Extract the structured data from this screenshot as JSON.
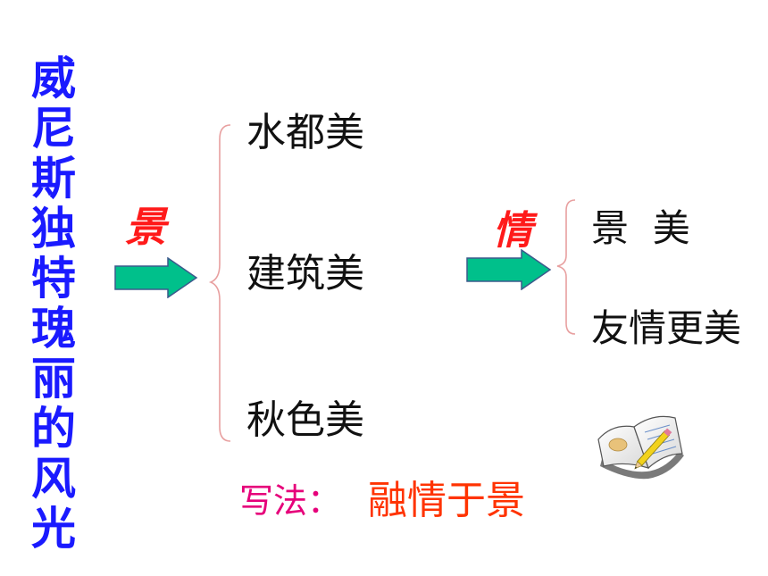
{
  "title_chars": [
    "威",
    "尼",
    "斯",
    "独",
    "特",
    "瑰",
    "丽",
    "的",
    "风",
    "光"
  ],
  "left_label": "景",
  "left_items": [
    "水都美",
    "建筑美",
    "秋色美"
  ],
  "right_label": "情",
  "right_items": [
    "景  美",
    "友情更美"
  ],
  "method": {
    "label": "写法：",
    "value": "融情于景"
  },
  "icons": [
    "right-arrow-icon",
    "right-arrow-icon",
    "open-book-pencil-icon"
  ],
  "colors": {
    "title": "#1a1aff",
    "labels": "#ff1a1a",
    "arrow": "#00c08b",
    "method_label": "#e6007a",
    "method_value": "#ff3300",
    "brace": "#e8a0a0"
  }
}
